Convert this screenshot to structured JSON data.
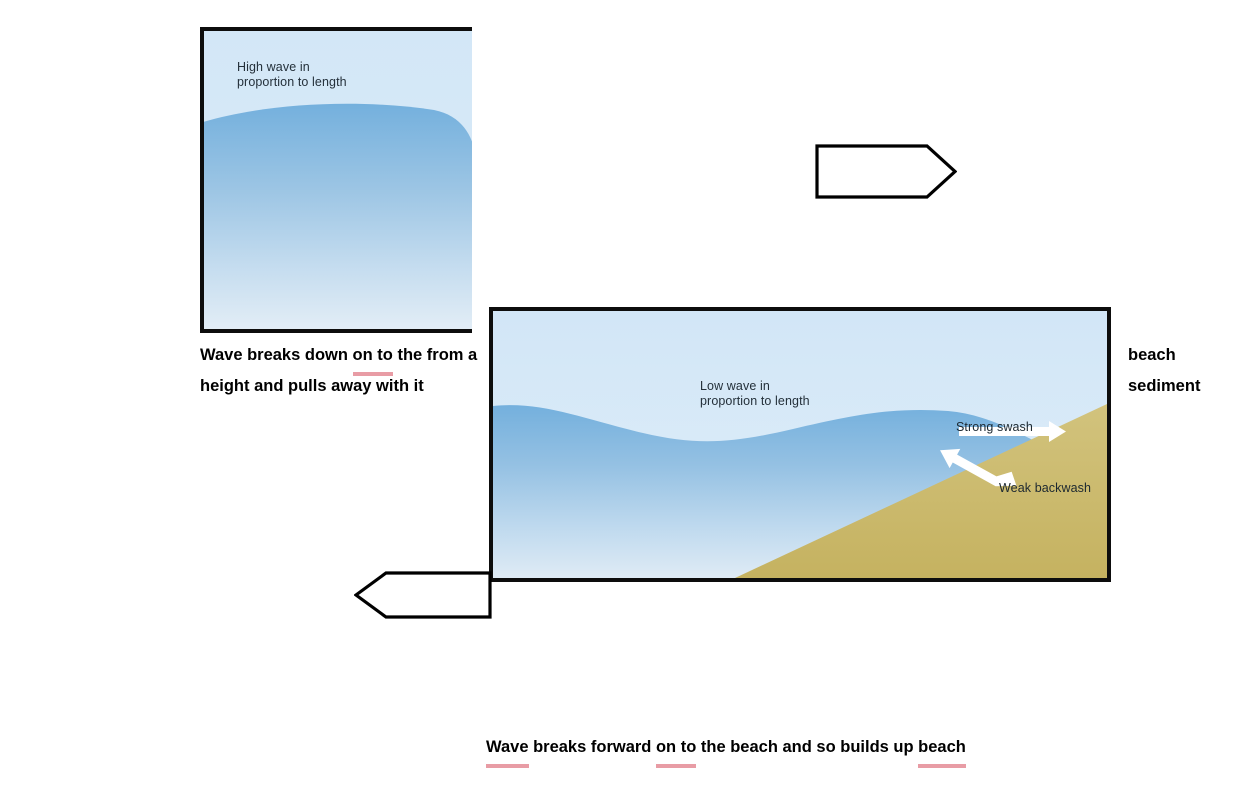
{
  "diagram": {
    "title": "Wave types and beach effect diagram",
    "colors": {
      "sky": "#d3e7f7",
      "water_top": "#74b0dd",
      "water_bottom": "#dce9f3",
      "sand_top": "#cfc07a",
      "sand_bottom": "#c6b463",
      "border": "#0d0d0d",
      "underline_pink": "#e89ca5",
      "arrow_white": "#ffffff",
      "label_text": "#24303a"
    },
    "panels": [
      {
        "id": "high-wave-panel",
        "label_line1": "High wave in",
        "label_line2": "proportion to length",
        "wave_type": "high",
        "has_beach": false,
        "clipped_right_edge": true
      },
      {
        "id": "low-wave-panel",
        "label_line1": "Low wave in",
        "label_line2": "proportion to length",
        "wave_type": "low",
        "has_beach": true,
        "arrows": [
          {
            "name": "strong-swash",
            "label": "Strong swash",
            "direction": "right"
          },
          {
            "name": "weak-backwash",
            "label": "Weak backwash",
            "direction": "down-left"
          }
        ]
      }
    ],
    "annotations": {
      "left": {
        "segments": [
          {
            "text": "Wave breaks down ",
            "underlined": false
          },
          {
            "text": "on to",
            "underlined": true
          },
          {
            "text": " the",
            "underlined": false
          },
          {
            "text": " from a height and pulls away with it",
            "underlined": false
          }
        ],
        "plain_text": "Wave breaks down on to the from a height and pulls away with it"
      },
      "right": {
        "line1": "beach",
        "line2": "sediment",
        "plain_text": "beach sediment"
      },
      "bottom": {
        "segments": [
          {
            "text": "Wave",
            "underlined": true
          },
          {
            "text": " breaks forward ",
            "underlined": false
          },
          {
            "text": "on to",
            "underlined": true
          },
          {
            "text": " the beach and so builds up ",
            "underlined": false
          },
          {
            "text": "beach",
            "underlined": true
          }
        ],
        "plain_text": "Wave breaks forward on to the beach and so builds up beach"
      }
    },
    "callouts": [
      {
        "name": "right-pointing-pentagon",
        "direction": "right",
        "text": ""
      },
      {
        "name": "left-pointing-pentagon",
        "direction": "left",
        "text": ""
      }
    ]
  }
}
